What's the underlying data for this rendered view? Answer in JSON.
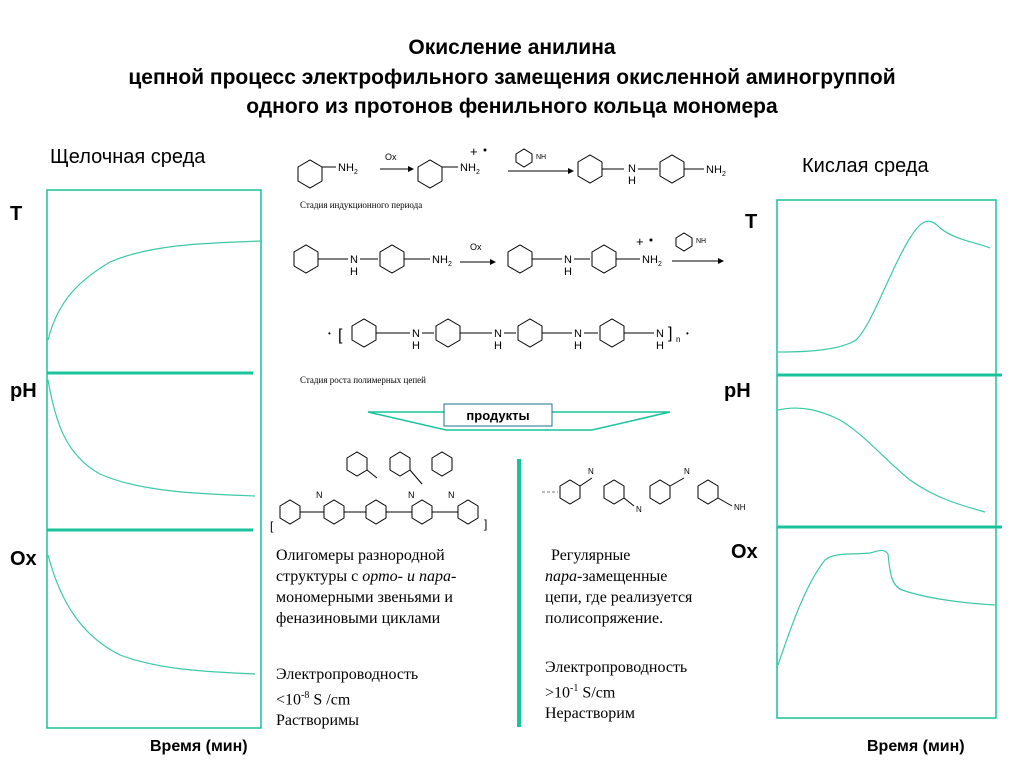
{
  "title": {
    "line1": "Окисление анилина",
    "line2": "цепной процесс электрофильного замещения окисленной аминогруппой",
    "line3": "одного из протонов фенильного кольца мономера"
  },
  "left_panel": {
    "heading": "Щелочная среда",
    "labels": {
      "T": "T",
      "pH": "pH",
      "Ox": "Ox"
    },
    "xlabel": "Время (мин)"
  },
  "right_panel": {
    "heading": "Кислая среда",
    "labels": {
      "T": "T",
      "pH": "pH",
      "Ox": "Ox"
    },
    "xlabel": "Время (мин)"
  },
  "scheme": {
    "ox": "Ox",
    "nh2": "NH",
    "sub2": "2",
    "nh": "N",
    "h": "H",
    "n_index": "n",
    "caption_induction": "Стадия индукционного периода",
    "caption_growth": "Стадия роста полимерных цепей",
    "products_label": "продукты",
    "plus": "+"
  },
  "products": {
    "left": {
      "line1": "Олигомеры разнородной",
      "line2_a": "структуры с ",
      "line2_b": "орто- и пара-",
      "line3": "мономерными звеньями и",
      "line4": "феназиновыми циклами",
      "cond_label": "Электропроводность",
      "cond_value_a": "<10",
      "cond_value_exp": "-8",
      "cond_value_b": " S /cm",
      "solubility": "Растворимы"
    },
    "right": {
      "line1": "Регулярные",
      "line2_a": "пара",
      "line2_b": "-замещенные",
      "line3": "цепи, где реализуется",
      "line4": "полисопряжение.",
      "cond_label": "Электропроводность",
      "cond_value_a": ">10",
      "cond_value_exp": "-1",
      "cond_value_b": " S/cm",
      "solubility": "Нерастворим"
    }
  },
  "colors": {
    "curve": "#3cc9a6",
    "divider": "#19c39b",
    "frame": "#19c39b"
  }
}
